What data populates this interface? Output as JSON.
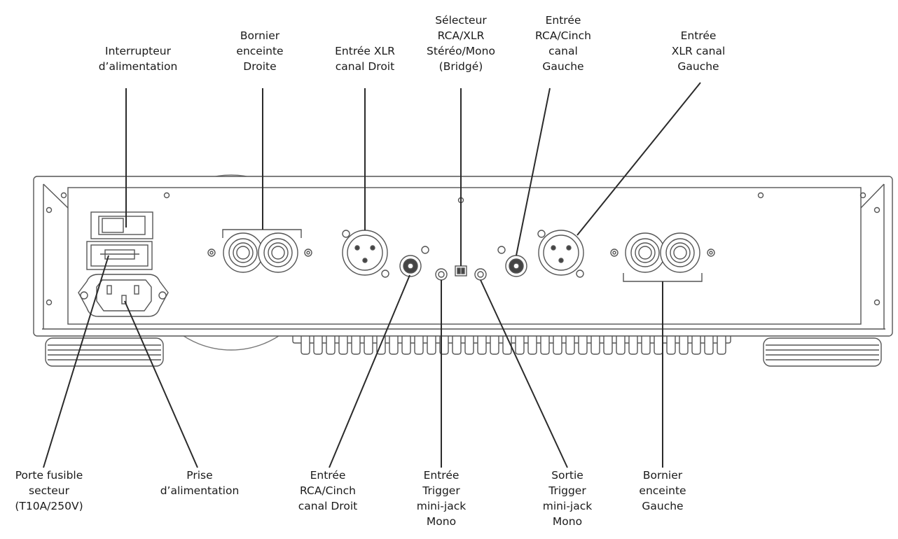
{
  "labels": {
    "power_switch": [
      "Interrupteur",
      "d’alimentation"
    ],
    "right_speaker_terminal": [
      "Bornier",
      "enceinte",
      "Droite"
    ],
    "xlr_input_right": [
      "Entrée XLR",
      "canal Droit"
    ],
    "selector": [
      "Sélecteur",
      "RCA/XLR",
      "Stéréo/Mono",
      "(Bridgé)"
    ],
    "rca_input_left": [
      "Entrée",
      "RCA/Cinch",
      "canal",
      "Gauche"
    ],
    "xlr_input_left": [
      "Entrée",
      "XLR canal",
      "Gauche"
    ],
    "fuse_holder": [
      "Porte fusible",
      "secteur",
      "(T10A/250V)"
    ],
    "power_socket": [
      "Prise",
      "d’alimentation"
    ],
    "rca_input_right": [
      "Entrée",
      "RCA/Cinch",
      "canal Droit"
    ],
    "trigger_input": [
      "Entrée",
      "Trigger",
      "mini-jack",
      "Mono"
    ],
    "trigger_output": [
      "Sortie",
      "Trigger",
      "mini-jack",
      "Mono"
    ],
    "left_speaker_terminal": [
      "Bornier",
      "enceinte",
      "Gauche"
    ]
  },
  "colors": {
    "line": "#2b2b2b",
    "outline": "#555555",
    "panel_fill": "#ffffff",
    "dark_fill": "#333333"
  }
}
